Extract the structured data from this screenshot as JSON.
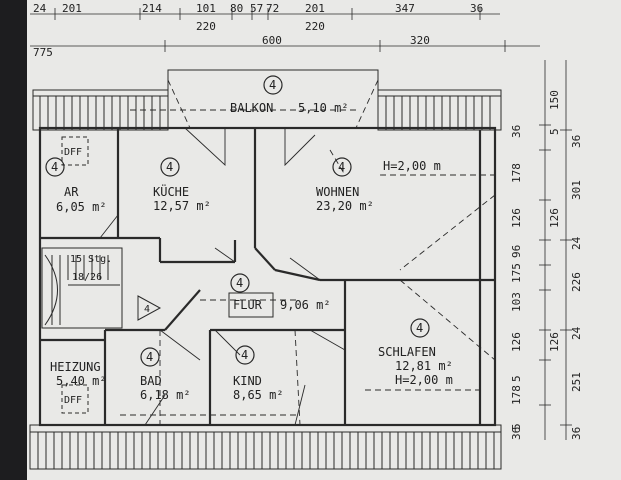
{
  "dimensions_top": {
    "row1": [
      "24",
      "201",
      "214",
      "101",
      "80",
      "57",
      "72",
      "201",
      "347",
      "36"
    ],
    "row1b": [
      "220",
      "220"
    ],
    "row2": [
      "775",
      "600",
      "320"
    ]
  },
  "dimensions_right": {
    "col1": [
      "150",
      "5",
      "178",
      "126",
      "96",
      "175",
      "103",
      "126",
      "5",
      "178",
      "5"
    ],
    "col1b": [
      "36",
      "36"
    ],
    "col2": [
      "36",
      "301",
      "126",
      "24",
      "226",
      "126",
      "24",
      "251",
      "36"
    ]
  },
  "rooms": [
    {
      "id": "balkon",
      "name": "BALKON",
      "area": "5,10 m²",
      "marker": "4"
    },
    {
      "id": "ar",
      "name": "AR",
      "area": "6,05 m²",
      "marker": "4",
      "tag": "DFF"
    },
    {
      "id": "kueche",
      "name": "KÜCHE",
      "area": "12,57 m²",
      "marker": "4"
    },
    {
      "id": "wohnen",
      "name": "WOHNEN",
      "area": "23,20 m²",
      "marker": "4",
      "height": "H=2,00 m"
    },
    {
      "id": "flur",
      "name": "FLUR",
      "area": "9,06 m²",
      "marker": "4"
    },
    {
      "id": "heizung",
      "name": "HEIZUNG",
      "area": "5,40 m²",
      "tag": "DFF"
    },
    {
      "id": "bad",
      "name": "BAD",
      "area": "6,18 m²",
      "marker": "4"
    },
    {
      "id": "kind",
      "name": "KIND",
      "area": "8,65 m²",
      "marker": "4"
    },
    {
      "id": "schlafen",
      "name": "SCHLAFEN",
      "area": "12,81 m²",
      "marker": "4",
      "height": "H=2,00 m"
    }
  ],
  "stairs": {
    "steps": "15 Stg.",
    "ratio": "18/26"
  },
  "stair_arrow_marker": "4",
  "colors": {
    "paper": "#e9e9e7",
    "ink": "#2a2a2a",
    "background": "#1d1d1f"
  }
}
